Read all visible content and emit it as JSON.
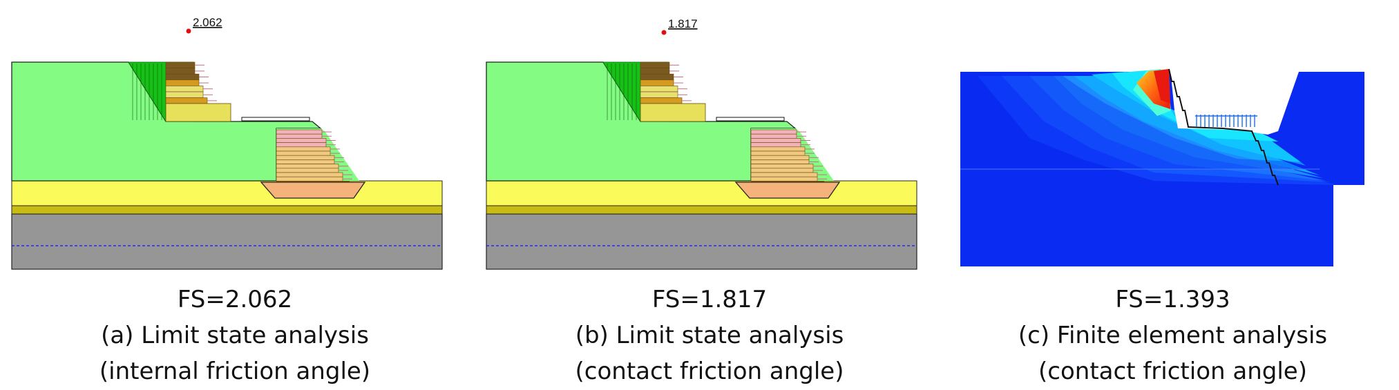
{
  "colors": {
    "embankment": "#84fc84",
    "sand": "#fafa5a",
    "sand_dark": "#c8bc14",
    "bedrock": "#969696",
    "footing": "#f5b27a",
    "water_table": "#1414ff",
    "fs_marker": "#e01010"
  },
  "panels": [
    {
      "fs_marker_label": "2.062",
      "fs_caption": "FS=2.062",
      "title": "(a) Limit state analysis",
      "condition": "(internal friction angle)"
    },
    {
      "fs_marker_label": "1.817",
      "fs_caption": "FS=1.817",
      "title": "(b) Limit state analysis",
      "condition": "(contact friction angle)"
    },
    {
      "fs_caption": "FS=1.393",
      "title": "(c) Finite element analysis",
      "condition": "(contact friction angle)"
    }
  ]
}
